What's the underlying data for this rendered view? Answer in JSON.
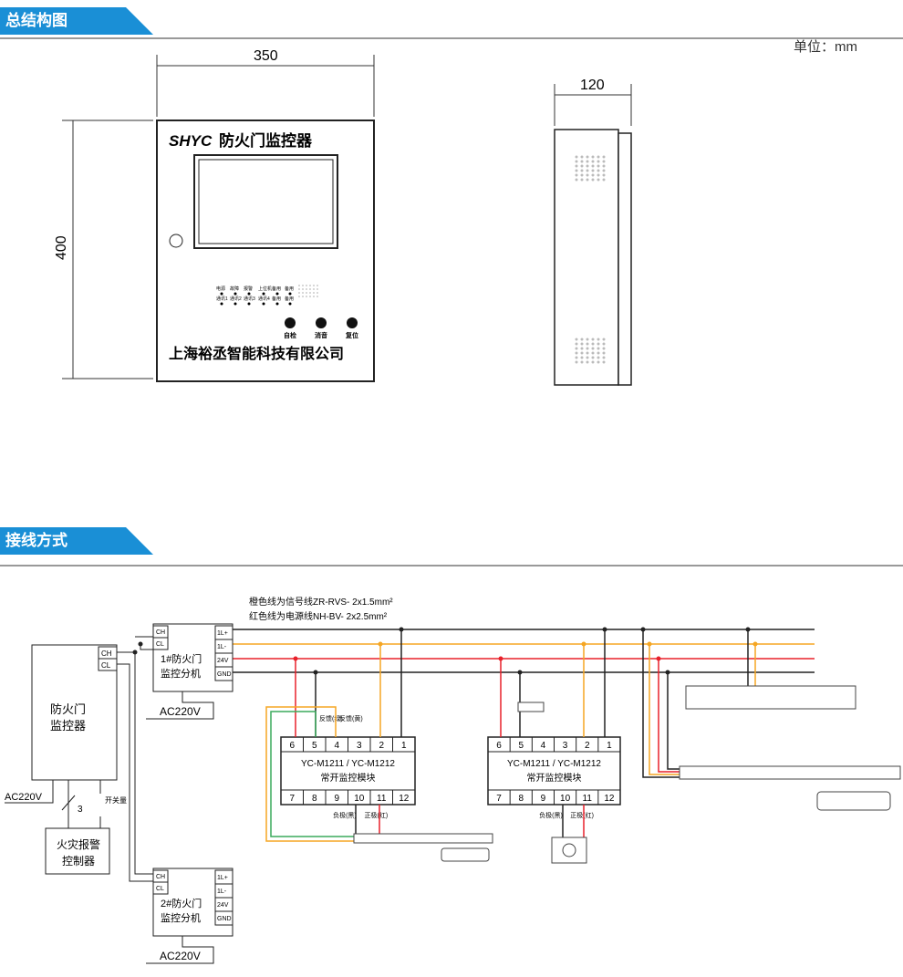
{
  "sections": {
    "structure": "总结构图",
    "wiring": "接线方式"
  },
  "unit": "单位：mm",
  "dims": {
    "width": "350",
    "height": "400",
    "depth": "120"
  },
  "panel": {
    "logo": "SHYC",
    "title": "防火门监控器",
    "company": "上海裕丞智能科技有限公司",
    "leds_top": [
      "电源",
      "故障",
      "报警",
      "上位机",
      "备用",
      "备用"
    ],
    "leds_bottom": [
      "通讯1",
      "通讯2",
      "通讯3",
      "通讯4",
      "备用",
      "备用"
    ],
    "buttons": [
      "自检",
      "消音",
      "复位"
    ]
  },
  "legend": {
    "signal": "橙色线为信号线ZR-RVS- 2x1.5mm²",
    "power": "红色线为电源线NH-BV- 2x2.5mm²"
  },
  "colors": {
    "orange": "#f5a623",
    "red": "#e8202a",
    "green": "#3aaa5c",
    "blue": "#1a8fd6"
  },
  "controller": {
    "label1": "防火门",
    "label2": "监控器",
    "ch": "CH",
    "cl": "CL",
    "ac": "AC220V",
    "count": "3",
    "switch": "开关量"
  },
  "alarm": {
    "label1": "火灾报警",
    "label2": "控制器"
  },
  "sub1": {
    "label1": "1#防火门",
    "label2": "监控分机",
    "ac": "AC220V"
  },
  "sub2": {
    "label1": "2#防火门",
    "label2": "监控分机",
    "ac": "AC220V"
  },
  "terminals": {
    "left": [
      "CH",
      "CL"
    ],
    "right": [
      "1L+",
      "1L-",
      "24V",
      "GND"
    ]
  },
  "module": {
    "model": "YC-M1211 / YC-M1212",
    "name": "常开监控模块",
    "top": [
      "6",
      "5",
      "4",
      "3",
      "2",
      "1"
    ],
    "bottom": [
      "7",
      "8",
      "9",
      "10",
      "11",
      "12"
    ],
    "fb_green": "反馈(绿)",
    "fb_yellow": "反馈(黄)",
    "neg": "负极(黑)",
    "pos": "正极(红)"
  }
}
